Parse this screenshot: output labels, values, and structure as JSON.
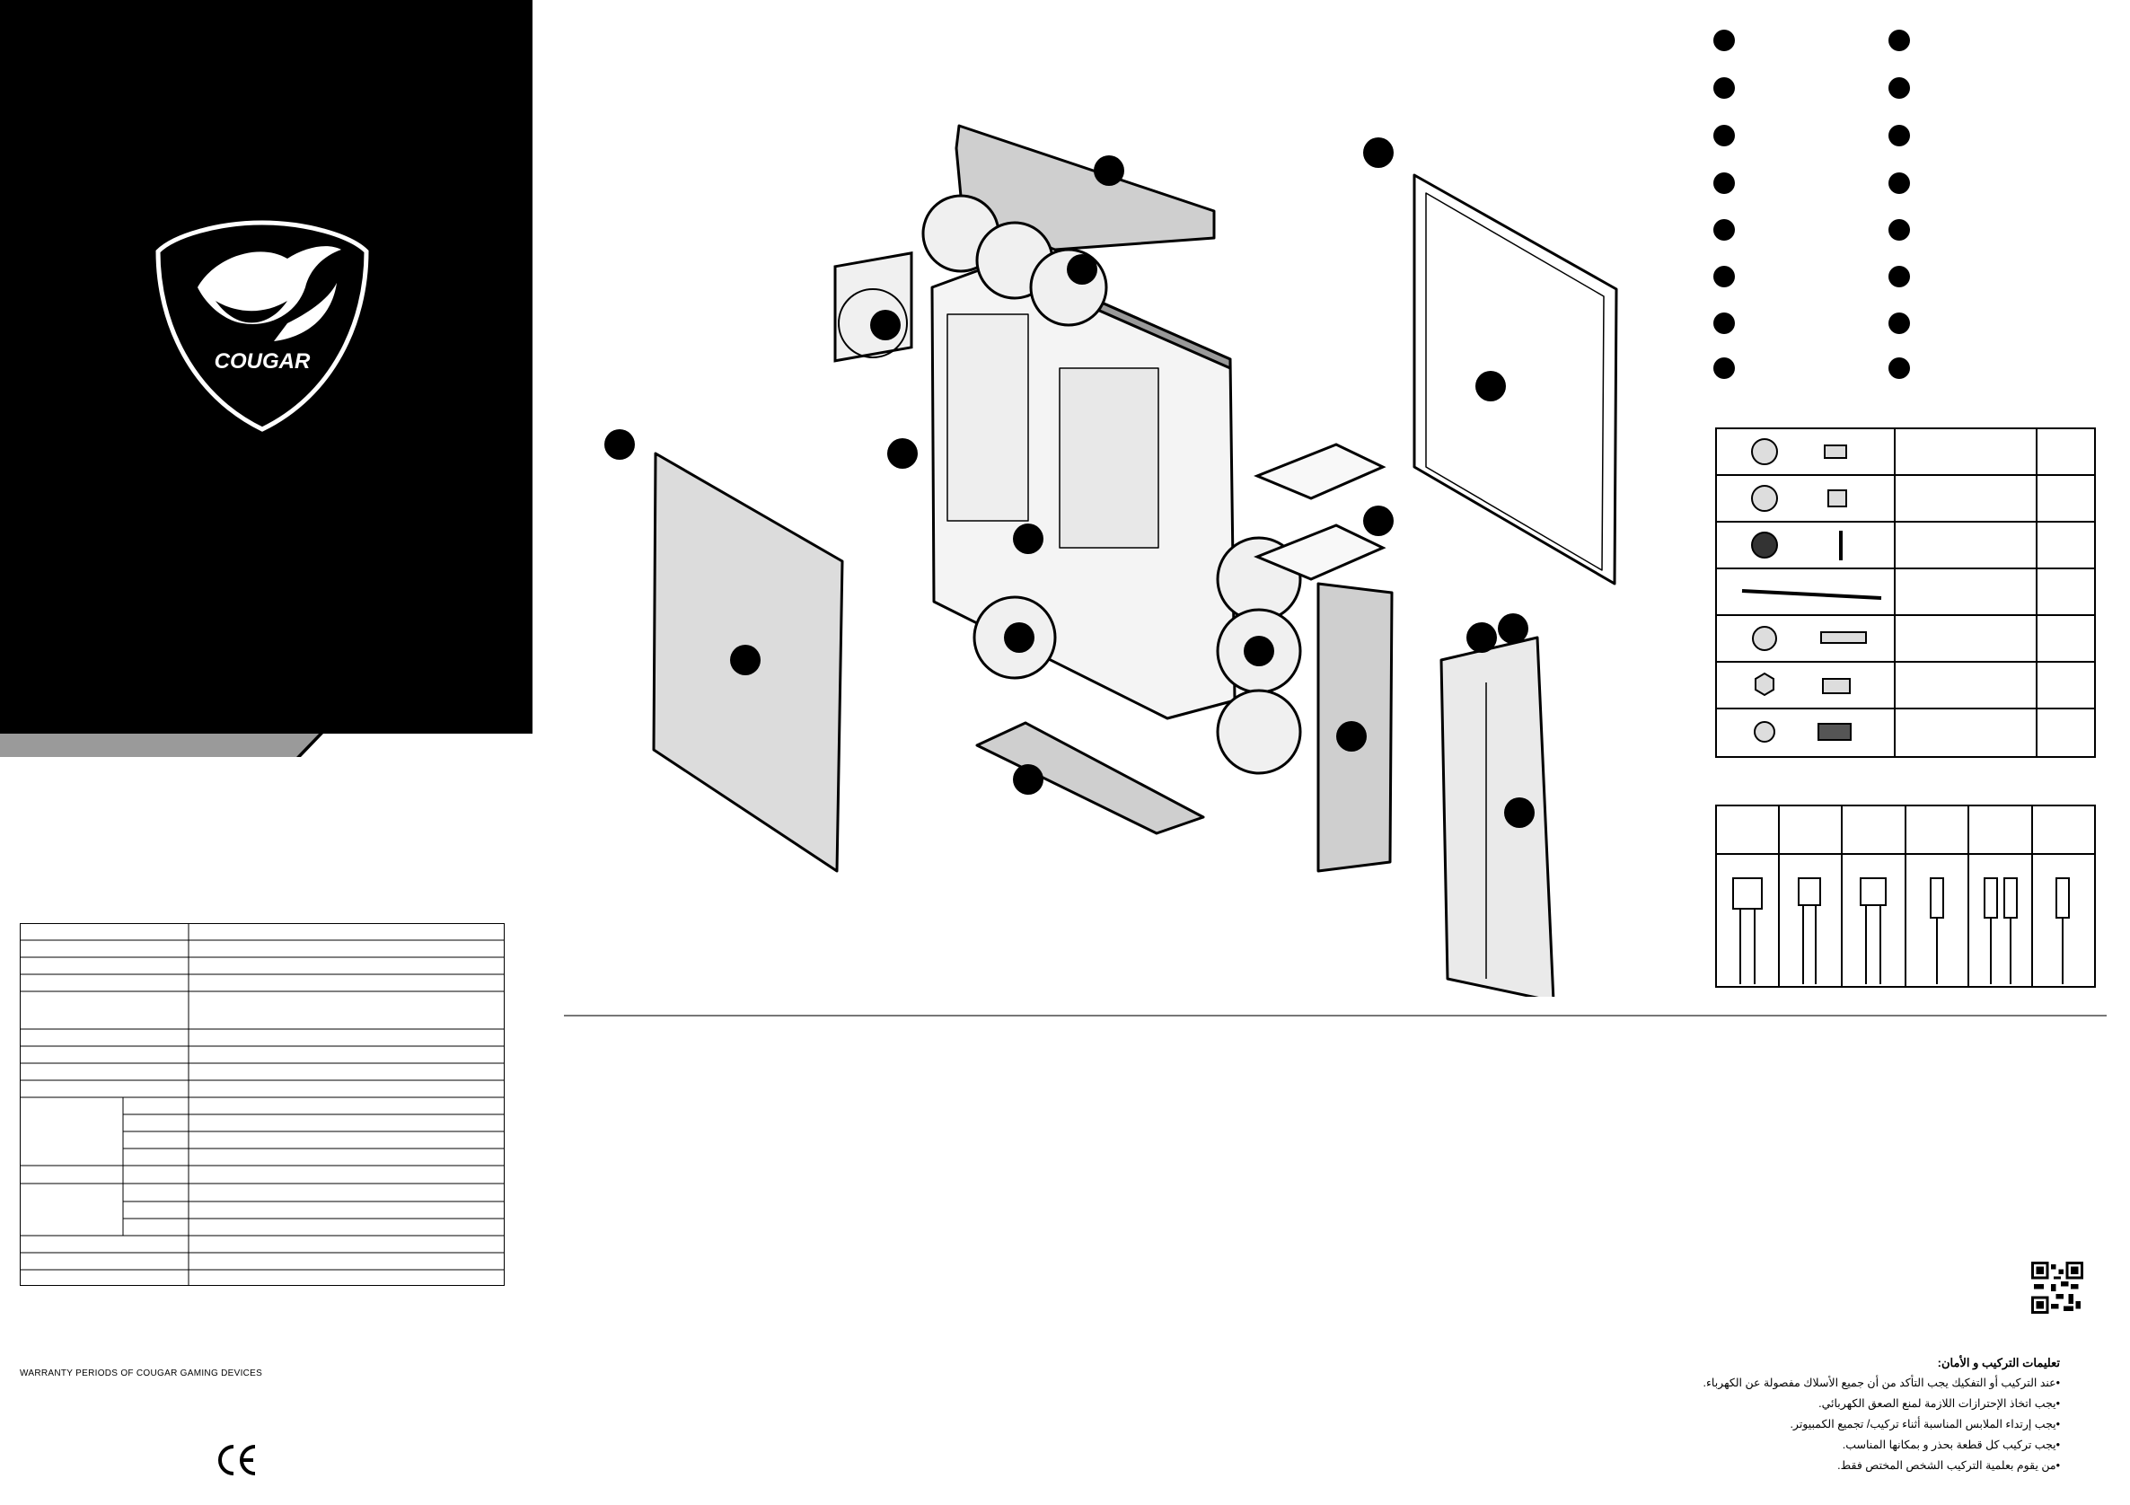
{
  "brand": {
    "logo_text": "COUGAR"
  },
  "warranty": {
    "text": "WARRANTY PERIODS OF COUGAR GAMING DEVICES"
  },
  "certification": {
    "mark": "CE"
  },
  "safety": {
    "title": "تعليمات التركيب و الأمان:",
    "items": [
      "•عند التركيب أو التفكيك يجب التأكد من أن جميع الأسلاك مفصولة عن الكهرباء.",
      "•يجب اتخاذ الإحترازات اللازمة لمنع الصعق الكهربائي.",
      "•يجب إرتداء الملابس المناسبة أثناء تركيب/ تجميع الكمبيوتر.",
      "•يجب تركيب كل قطعة بحذر و بمكانها المناسب.",
      "•من يقوم بعلمية التركيب الشخص المختص فقط."
    ]
  },
  "icons": {
    "logo": "cougar-logo-icon",
    "qr": "qr-code-icon",
    "ce": "ce-mark-icon"
  },
  "colors": {
    "panel_black": "#000000",
    "strip_grey": "#9a9a9a",
    "part_fill": "#d9d9d9"
  }
}
